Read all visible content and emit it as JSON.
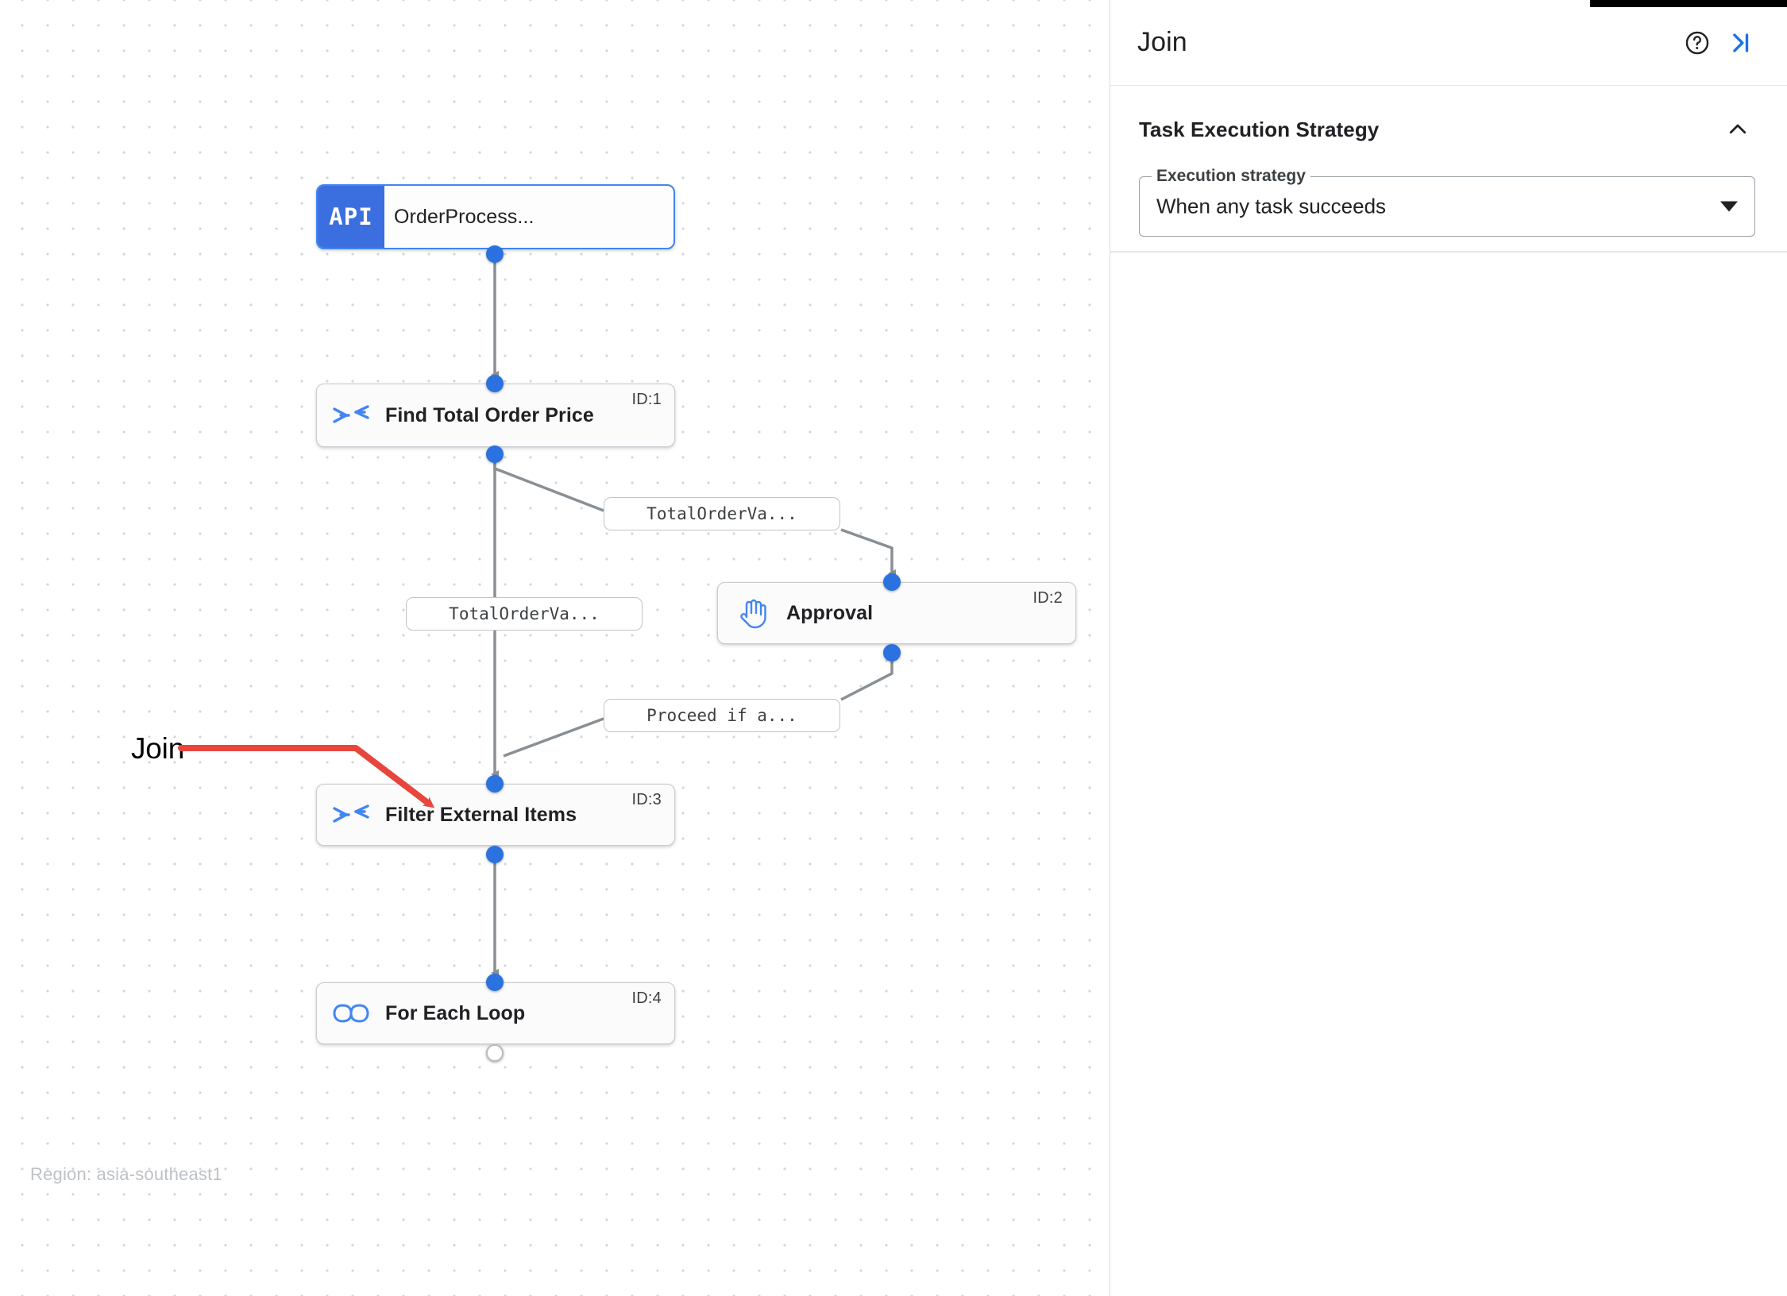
{
  "canvas": {
    "region_caption": "Region: asia-southeast1",
    "annotation": {
      "label": "Join",
      "color": "#e8453c"
    },
    "nodes": [
      {
        "key": "order_process",
        "badge": "API",
        "title": "OrderProcess...",
        "id_label": "",
        "icon": "api-badge-icon",
        "selected": true
      },
      {
        "key": "find_total_order_price",
        "badge": "",
        "title": "Find Total Order Price",
        "id_label": "ID:1",
        "icon": "merge-arrows-icon",
        "selected": false
      },
      {
        "key": "approval",
        "badge": "",
        "title": "Approval",
        "id_label": "ID:2",
        "icon": "hand-icon",
        "selected": false
      },
      {
        "key": "filter_external_items",
        "badge": "",
        "title": "Filter External Items",
        "id_label": "ID:3",
        "icon": "merge-arrows-icon",
        "selected": false
      },
      {
        "key": "for_each_loop",
        "badge": "",
        "title": "For Each Loop",
        "id_label": "ID:4",
        "icon": "infinity-icon",
        "selected": false
      }
    ],
    "edge_labels": [
      {
        "key": "total_order_va_1",
        "text": "TotalOrderVa..."
      },
      {
        "key": "total_order_va_2",
        "text": "TotalOrderVa..."
      },
      {
        "key": "proceed_if_a",
        "text": "Proceed if a..."
      }
    ]
  },
  "panel": {
    "title": "Join",
    "help_icon": "help-circle-icon",
    "collapse_icon": "collapse-panel-icon",
    "section": {
      "title": "Task Execution Strategy",
      "chevron_icon": "chevron-up-icon",
      "field": {
        "legend": "Execution strategy",
        "value": "When any task succeeds",
        "dropdown_icon": "chevron-down-icon"
      }
    }
  }
}
